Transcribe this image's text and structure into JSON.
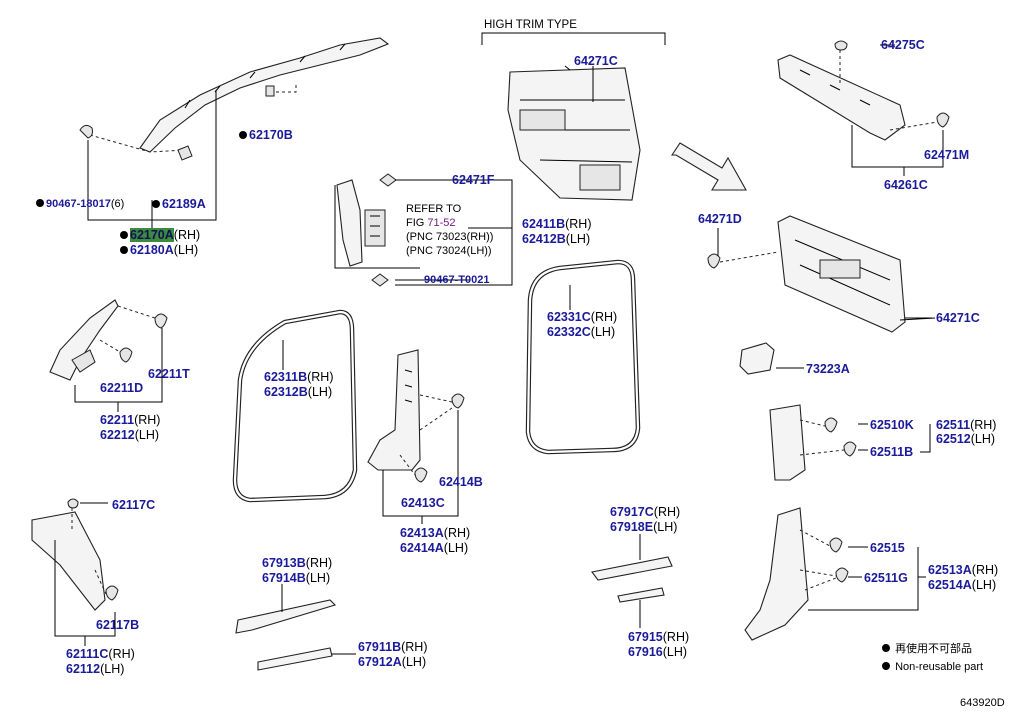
{
  "header": {
    "high_trim_type": "HIGH TRIM TYPE"
  },
  "parts": {
    "p64271C_a": "64271C",
    "p64275C": "64275C",
    "p64471M": "62471M",
    "p64261C": "64261C",
    "p64271D": "64271D",
    "p64271C_b": "64271C",
    "p73223A": "73223A",
    "p62170B": "62170B",
    "p90467": "90467-18017",
    "p90467_sfx": "(6)",
    "p62189A": "62189A",
    "p62170A": "62170A",
    "p62170A_sfx": "(RH)",
    "p62180A": "62180A",
    "p62180A_sfx": "(LH)",
    "p62471F": "62471F",
    "p62411B": "62411B",
    "p62411B_sfx": "(RH)",
    "p62412B": "62412B",
    "p62412B_sfx": "(LH)",
    "p90467T": "90467-T0021",
    "p62211T": "62211T",
    "p62211D": "62211D",
    "p62211": "62211",
    "p62211_sfx": "(RH)",
    "p62212": "62212",
    "p62212_sfx": "(LH)",
    "p62311B": "62311B",
    "p62311B_sfx": "(RH)",
    "p62312B": "62312B",
    "p62312B_sfx": "(LH)",
    "p62331C": "62331C",
    "p62331C_sfx": "(RH)",
    "p62332C": "62332C",
    "p62332C_sfx": "(LH)",
    "p62414B": "62414B",
    "p62413C": "62413C",
    "p62413A": "62413A",
    "p62413A_sfx": "(RH)",
    "p62414A": "62414A",
    "p62414A_sfx": "(LH)",
    "p62510K": "62510K",
    "p62511": "62511",
    "p62511_sfx": "(RH)",
    "p62512": "62512",
    "p62512_sfx": "(LH)",
    "p62511B": "62511B",
    "p62117C": "62117C",
    "p62117B": "62117B",
    "p62111C": "62111C",
    "p62111C_sfx": "(RH)",
    "p62112": "62112",
    "p62112_sfx": "(LH)",
    "p67917C": "67917C",
    "p67917C_sfx": "(RH)",
    "p67918E": "67918E",
    "p67918E_sfx": "(LH)",
    "p67913B": "67913B",
    "p67913B_sfx": "(RH)",
    "p67914B": "67914B",
    "p67914B_sfx": "(LH)",
    "p67911B": "67911B",
    "p67911B_sfx": "(RH)",
    "p67912A": "67912A",
    "p67912A_sfx": "(LH)",
    "p67915": "67915",
    "p67915_sfx": "(RH)",
    "p67916": "67916",
    "p67916_sfx": "(LH)",
    "p62515": "62515",
    "p62511G": "62511G",
    "p62513A": "62513A",
    "p62513A_sfx": "(RH)",
    "p62514A": "62514A",
    "p62514A_sfx": "(LH)"
  },
  "reference": {
    "line1": "REFER TO",
    "fig_prefix": "FIG ",
    "fig_link": "71-52",
    "line3": "(PNC 73023(RH))",
    "line4": "(PNC 73024(LH))"
  },
  "legend": {
    "cn": "再使用不可部品",
    "en": "Non-reusable part"
  },
  "diagram_id": "643920D"
}
